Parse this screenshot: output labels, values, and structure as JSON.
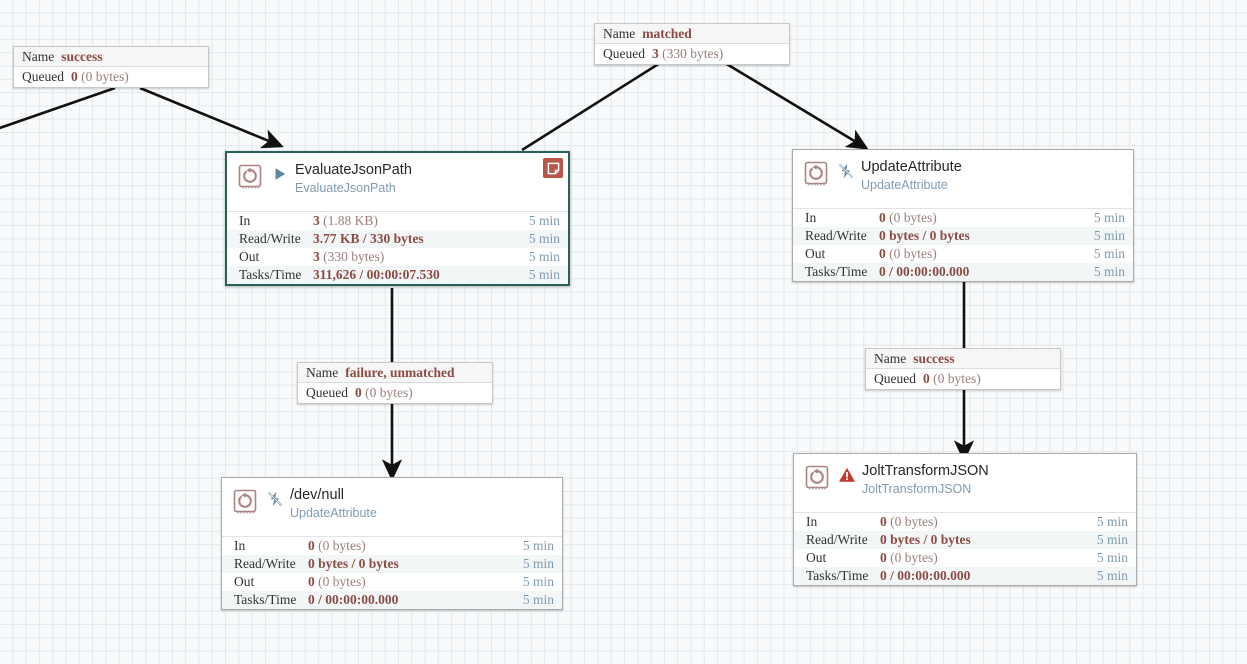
{
  "canvas": {
    "background_color": "#f8fafb",
    "grid_color": "#e3e9ec",
    "selection_color": "#28605c",
    "accent_color": "#8a4b43",
    "bulletin_color": "#ba554a",
    "type_color": "#7f9bb0"
  },
  "processors": [
    {
      "id": "evaluatejsonpath",
      "name": "EvaluateJsonPath",
      "type": "EvaluateJsonPath",
      "state_icon": "run-play-icon",
      "selected": true,
      "bulletin_icon": "bulletin-note-icon",
      "stats": [
        {
          "label": "In",
          "value": "3",
          "detail": "(1.88 KB)",
          "time": "5 min"
        },
        {
          "label": "Read/Write",
          "value": "3.77 KB / 330 bytes",
          "detail": "",
          "time": "5 min"
        },
        {
          "label": "Out",
          "value": "3",
          "detail": "(330 bytes)",
          "time": "5 min"
        },
        {
          "label": "Tasks/Time",
          "value": "311,626 / 00:00:07.530",
          "detail": "",
          "time": "5 min"
        }
      ]
    },
    {
      "id": "updateattribute",
      "name": "UpdateAttribute",
      "type": "UpdateAttribute",
      "state_icon": "disabled-bolt-icon",
      "selected": false,
      "bulletin_icon": "",
      "stats": [
        {
          "label": "In",
          "value": "0",
          "detail": "(0 bytes)",
          "time": "5 min"
        },
        {
          "label": "Read/Write",
          "value": "0 bytes / 0 bytes",
          "detail": "",
          "time": "5 min"
        },
        {
          "label": "Out",
          "value": "0",
          "detail": "(0 bytes)",
          "time": "5 min"
        },
        {
          "label": "Tasks/Time",
          "value": "0 / 00:00:00.000",
          "detail": "",
          "time": "5 min"
        }
      ]
    },
    {
      "id": "devnull",
      "name": "/dev/null",
      "type": "UpdateAttribute",
      "state_icon": "disabled-bolt-icon",
      "selected": false,
      "bulletin_icon": "",
      "stats": [
        {
          "label": "In",
          "value": "0",
          "detail": "(0 bytes)",
          "time": "5 min"
        },
        {
          "label": "Read/Write",
          "value": "0 bytes / 0 bytes",
          "detail": "",
          "time": "5 min"
        },
        {
          "label": "Out",
          "value": "0",
          "detail": "(0 bytes)",
          "time": "5 min"
        },
        {
          "label": "Tasks/Time",
          "value": "0 / 00:00:00.000",
          "detail": "",
          "time": "5 min"
        }
      ]
    },
    {
      "id": "jolttransformjson",
      "name": "JoltTransformJSON",
      "type": "JoltTransformJSON",
      "state_icon": "warning-triangle-icon",
      "selected": false,
      "bulletin_icon": "",
      "stats": [
        {
          "label": "In",
          "value": "0",
          "detail": "(0 bytes)",
          "time": "5 min"
        },
        {
          "label": "Read/Write",
          "value": "0 bytes / 0 bytes",
          "detail": "",
          "time": "5 min"
        },
        {
          "label": "Out",
          "value": "0",
          "detail": "(0 bytes)",
          "time": "5 min"
        },
        {
          "label": "Tasks/Time",
          "value": "0 / 00:00:00.000",
          "detail": "",
          "time": "5 min"
        }
      ]
    }
  ],
  "connections": [
    {
      "id": "conn-success-left",
      "name_key": "Name",
      "name_value": "success",
      "queued_key": "Queued",
      "queued_value": "0",
      "queued_detail": "(0 bytes)"
    },
    {
      "id": "conn-matched",
      "name_key": "Name",
      "name_value": "matched",
      "queued_key": "Queued",
      "queued_value": "3",
      "queued_detail": "(330 bytes)"
    },
    {
      "id": "conn-failure-unmatched",
      "name_key": "Name",
      "name_value": "failure, unmatched",
      "queued_key": "Queued",
      "queued_value": "0",
      "queued_detail": "(0 bytes)"
    },
    {
      "id": "conn-success-right",
      "name_key": "Name",
      "name_value": "success",
      "queued_key": "Queued",
      "queued_value": "0",
      "queued_detail": "(0 bytes)"
    }
  ]
}
